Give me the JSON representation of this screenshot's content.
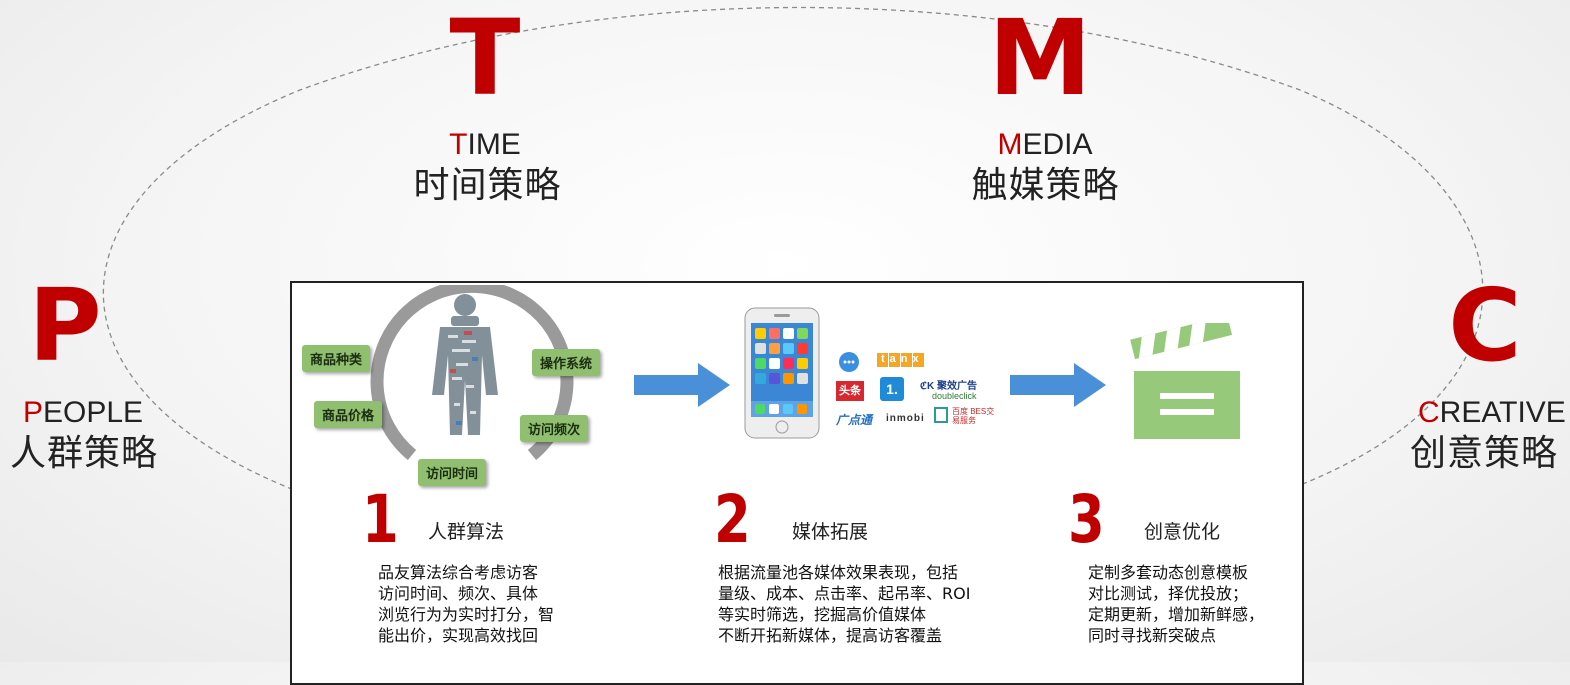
{
  "outer": {
    "time": {
      "letter": "T",
      "en_first": "T",
      "en_rest": "IME",
      "cn": "时间策略"
    },
    "media": {
      "letter": "M",
      "en_first": "M",
      "en_rest": "EDIA",
      "cn": "触媒策略"
    },
    "people": {
      "letter": "P",
      "en_first": "P",
      "en_rest": "EOPLE",
      "cn": "人群策略"
    },
    "creative": {
      "letter": "C",
      "en_first": "C",
      "en_rest": "REATIVE",
      "cn": "创意策略"
    }
  },
  "people_graphic": {
    "tags": [
      "商品种类",
      "商品价格",
      "访问时间",
      "操作系统",
      "访问频次"
    ]
  },
  "media_logos": {
    "tanx": "tanx",
    "toutiao": "头条",
    "one": "1.",
    "ckx": "ℭK 聚效广告",
    "doubleclick": "doubleclick",
    "guangdiantong": "广点通",
    "inmobi": "inmobi",
    "bes": "百度 BES交易服务"
  },
  "steps": [
    {
      "number": "1",
      "title": "人群算法",
      "desc": [
        "品友算法综合考虑访客",
        "访问时间、频次、具体",
        "浏览行为为实时打分，智",
        "能出价，实现高效找回"
      ]
    },
    {
      "number": "2",
      "title": "媒体拓展",
      "desc": [
        "根据流量池各媒体效果表现，包括",
        "量级、成本、点击率、起吊率、ROI",
        "等实时筛选，挖掘高价值媒体",
        "不断开拓新媒体，提高访客覆盖"
      ]
    },
    {
      "number": "3",
      "title": "创意优化",
      "desc": [
        "定制多套动态创意模板",
        "对比测试，择优投放；",
        "定期更新，增加新鲜感，",
        "同时寻找新突破点"
      ]
    }
  ],
  "colors": {
    "accent": "#c00000",
    "arrow": "#4a90d9",
    "tag": "#8fbf6f",
    "clapper": "#96c97a"
  }
}
